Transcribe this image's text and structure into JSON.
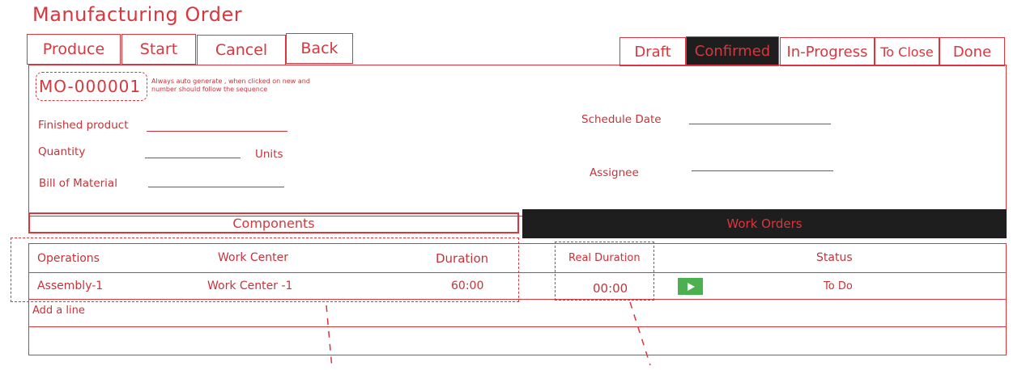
{
  "page": {
    "title": "Manufacturing Order"
  },
  "actions": {
    "produce": "Produce",
    "start": "Start",
    "cancel": "Cancel",
    "back": "Back"
  },
  "stages": [
    "Draft",
    "Confirmed",
    "In-Progress",
    "To Close",
    "Done"
  ],
  "active_stage": "Confirmed",
  "order": {
    "reference": "MO-000001",
    "note": "Always auto generate , when clicked on new and number should follow the sequence"
  },
  "form": {
    "finished_product_label": "Finished product",
    "finished_product_value": "",
    "quantity_label": "Quantity",
    "quantity_value": "",
    "units_label": "Units",
    "bom_label": "Bill of Material",
    "bom_value": "",
    "schedule_date_label": "Schedule Date",
    "schedule_date_value": "",
    "assignee_label": "Assignee",
    "assignee_value": ""
  },
  "tabs": {
    "components": "Components",
    "work_orders": "Work Orders"
  },
  "table": {
    "headers": {
      "operations": "Operations",
      "work_center": "Work Center",
      "duration": "Duration",
      "real_duration": "Real Duration",
      "status": "Status"
    },
    "rows": [
      {
        "operation": "Assembly-1",
        "work_center": "Work Center -1",
        "duration": "60:00",
        "real_duration": "00:00",
        "status": "To Do"
      }
    ],
    "add_line": "Add a line"
  },
  "colors": {
    "accent": "#d9363e",
    "active_stage_bg": "#1e1e1e",
    "play_button": "#4caf50"
  },
  "icons": {
    "play": "play-icon"
  }
}
